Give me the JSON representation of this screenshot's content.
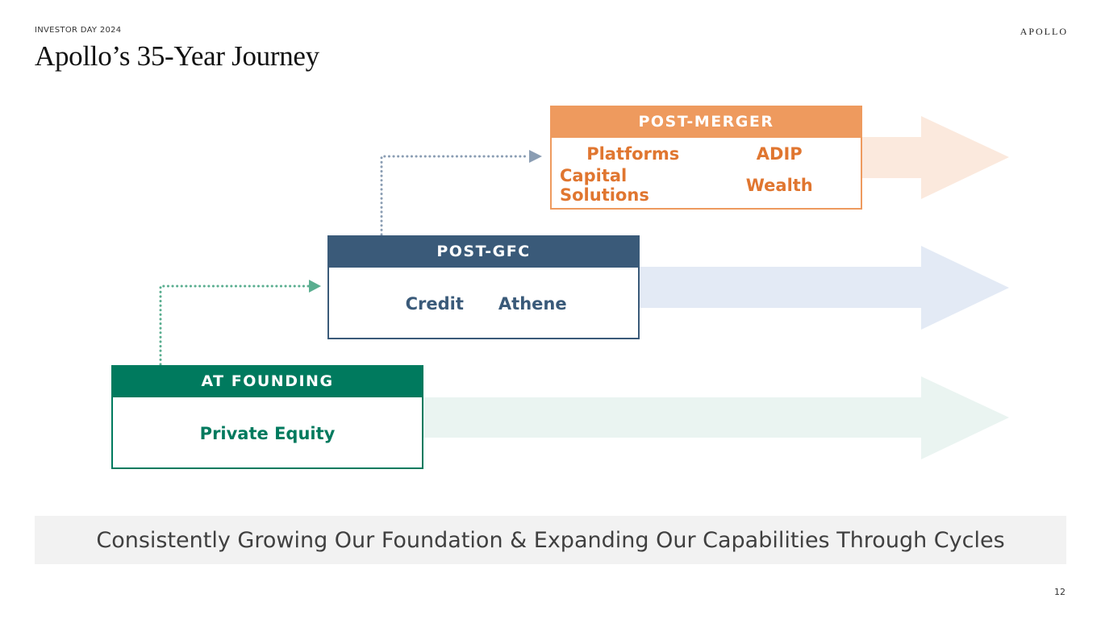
{
  "header": {
    "eyebrow": "INVESTOR DAY 2024",
    "title": "Apollo’s 35-Year Journey",
    "logo": "APOLLO"
  },
  "stages": {
    "post_merger": {
      "label": "POST-MERGER",
      "items": [
        "Platforms",
        "ADIP",
        "Capital Solutions",
        "Wealth"
      ],
      "color": "#ee9a5e",
      "text_color": "#e07630",
      "arrow_color": "#fbe9dd"
    },
    "post_gfc": {
      "label": "POST-GFC",
      "items": [
        "Credit",
        "Athene"
      ],
      "color": "#3a5a79",
      "text_color": "#3a5a79",
      "arrow_color": "#e3eaf5",
      "connector_color": "#8a9db3"
    },
    "at_founding": {
      "label": "AT FOUNDING",
      "items": [
        "Private Equity"
      ],
      "color": "#007a5e",
      "text_color": "#007a5e",
      "arrow_color": "#eaf4f1",
      "connector_color": "#5aae90"
    }
  },
  "tagline": "Consistently Growing Our Foundation & Expanding Our Capabilities Through Cycles",
  "page_number": "12"
}
